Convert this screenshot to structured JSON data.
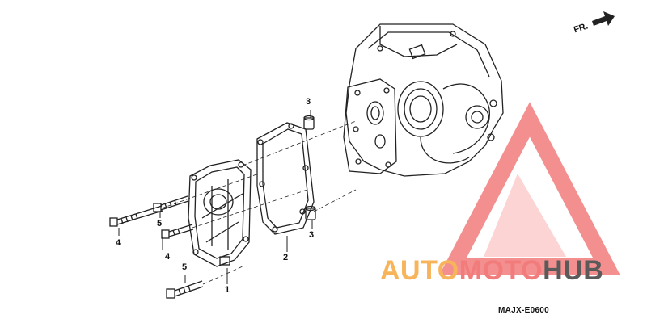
{
  "direction_label": "FR.",
  "part_code": "MAJX-E0600",
  "callouts": {
    "c1": "1",
    "c2": "2",
    "c3a": "3",
    "c3b": "3",
    "c4a": "4",
    "c4b": "4",
    "c5a": "5",
    "c5b": "5"
  },
  "watermark": {
    "part1": "AUTO",
    "part2": "MOTO",
    "part3": "HUB"
  },
  "colors": {
    "line": "#222222",
    "watermark_pink": "#f27c7c",
    "watermark_orange": "#f7b45a",
    "watermark_gray": "#5a5a5a"
  }
}
